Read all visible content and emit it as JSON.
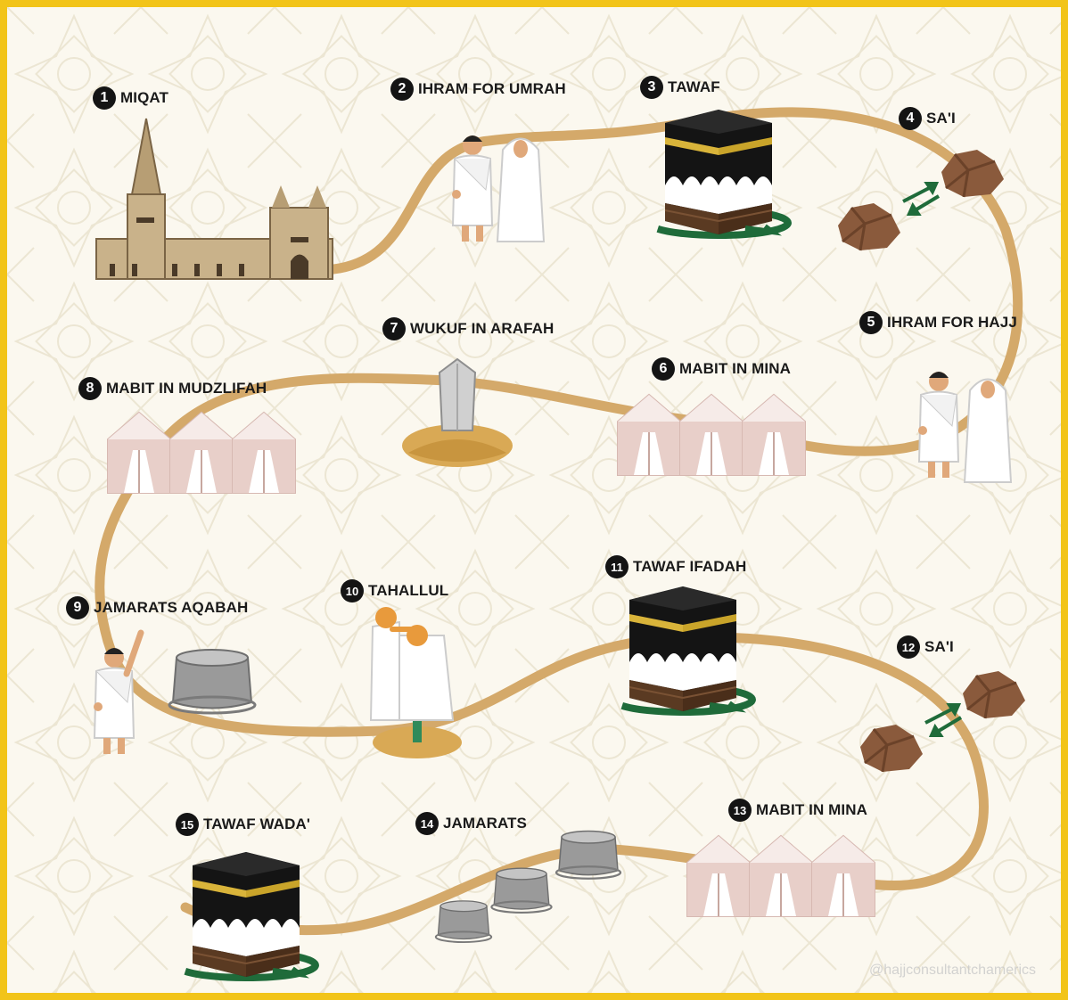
{
  "colors": {
    "border": "#f2c419",
    "path": "#d4a96a",
    "kaaba": "#141414",
    "kiswa_gold": "#d9b43a",
    "green_arrow": "#1f6b3a",
    "tent": "#e8cfc9",
    "rock": "#8a5a3c",
    "background": "#fbf8ef"
  },
  "steps": [
    {
      "n": "1",
      "label": "MIQAT",
      "icon": "mosque-icon"
    },
    {
      "n": "2",
      "label": "IHRAM FOR UMRAH",
      "icon": "pilgrims-icon"
    },
    {
      "n": "3",
      "label": "TAWAF",
      "icon": "kaaba-icon"
    },
    {
      "n": "4",
      "label": "SA'I",
      "icon": "hills-icon"
    },
    {
      "n": "5",
      "label": "IHRAM FOR HAJJ",
      "icon": "pilgrims-icon"
    },
    {
      "n": "6",
      "label": "MABIT IN MINA",
      "icon": "tents-icon"
    },
    {
      "n": "7",
      "label": "WUKUF IN ARAFAH",
      "icon": "pillar-icon"
    },
    {
      "n": "8",
      "label": "MABIT IN MUDZLIFAH",
      "icon": "tents-icon"
    },
    {
      "n": "9",
      "label": "JAMARATS AQABAH",
      "icon": "jamarat-icon"
    },
    {
      "n": "10",
      "label": "TAHALLUL",
      "icon": "haircut-icon"
    },
    {
      "n": "11",
      "label": "TAWAF IFADAH",
      "icon": "kaaba-icon"
    },
    {
      "n": "12",
      "label": "SA'I",
      "icon": "hills-icon"
    },
    {
      "n": "13",
      "label": "MABIT IN MINA",
      "icon": "tents-icon"
    },
    {
      "n": "14",
      "label": "JAMARATS",
      "icon": "jamarat-icon"
    },
    {
      "n": "15",
      "label": "TAWAF WADA'",
      "icon": "kaaba-icon"
    }
  ],
  "watermark": "@hajjconsultantchamerics"
}
